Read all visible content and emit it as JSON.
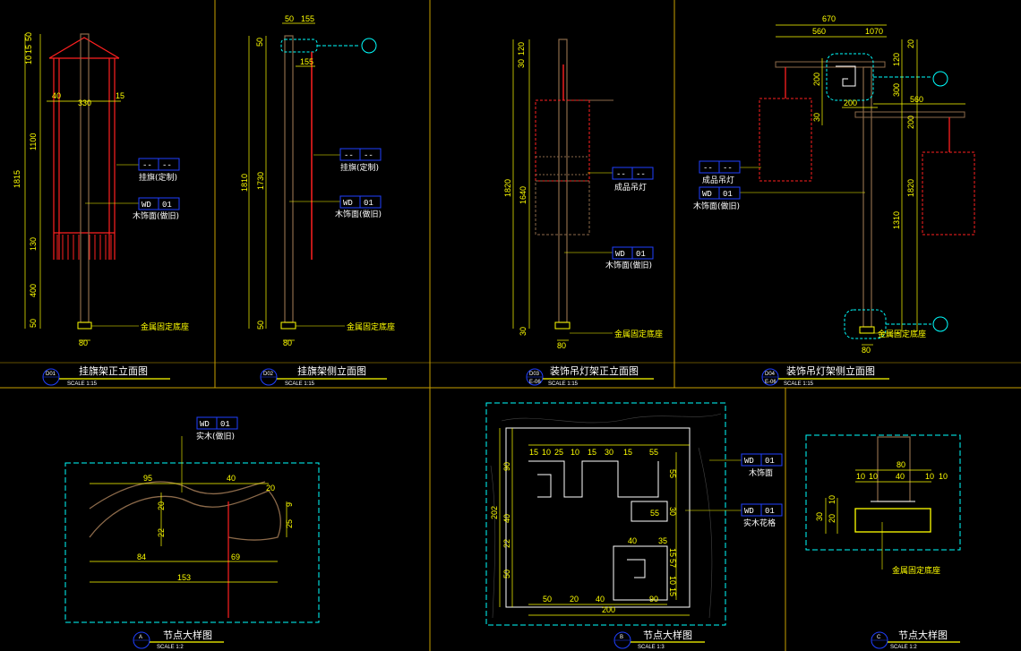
{
  "colors": {
    "background": "#000000",
    "border": "#c8a000",
    "dimension": "#ffff00",
    "red": "#ff2020",
    "cyan": "#00ffff",
    "pole": "#8c6a4a",
    "tag_box": "#2040ff",
    "text": "#ffffff"
  },
  "drawings": {
    "d01": {
      "id": "D01",
      "title": "挂旗架正立面图",
      "scale": "SCALE 1:15",
      "dims": {
        "d1": "50",
        "d2": "15",
        "d3": "10",
        "d4": "40",
        "d5": "330",
        "d6": "15",
        "d7": "1100",
        "d8": "1815",
        "d9": "130",
        "d10": "400",
        "d11": "50",
        "base": "80"
      },
      "tag1": {
        "a": "--",
        "b": "--",
        "label": "挂旗(定制)"
      },
      "tag2": {
        "a": "WD",
        "b": "01",
        "label": "木饰面(做旧)"
      },
      "note": "金属固定底座"
    },
    "d02": {
      "id": "D02",
      "title": "挂旗架侧立面图",
      "scale": "SCALE 1:15",
      "dims": {
        "d1": "50",
        "d2": "155",
        "d3": "155",
        "d4": "50",
        "d5": "1810",
        "d6": "1730",
        "d7": "50",
        "base": "80"
      },
      "tag1": {
        "a": "--",
        "b": "--",
        "label": "挂旗(定制)"
      },
      "tag2": {
        "a": "WD",
        "b": "01",
        "label": "木饰面(做旧)"
      },
      "note": "金属固定底座"
    },
    "d03": {
      "id": "D03",
      "sub": "E-06",
      "title": "装饰吊灯架正立面图",
      "scale": "SCALE 1:15",
      "dims": {
        "d1": "120",
        "d2": "30",
        "d3": "1820",
        "d4": "1640",
        "d5": "30",
        "base": "80"
      },
      "tag1": {
        "a": "--",
        "b": "--",
        "label": "成品吊灯"
      },
      "tag2": {
        "a": "WD",
        "b": "01",
        "label": "木饰面(做旧)"
      },
      "note": "金属固定底座"
    },
    "d04": {
      "id": "D04",
      "sub": "E-06",
      "title": "装饰吊灯架侧立面图",
      "scale": "SCALE 1:15",
      "dims": {
        "w1": "670",
        "w2": "560",
        "w3": "1070",
        "h1": "20",
        "h2": "120",
        "h3": "200",
        "h4": "300",
        "h5": "30",
        "h6": "200",
        "h7": "560",
        "h8": "200",
        "h9": "1820",
        "h10": "1310",
        "base": "80"
      },
      "tag1": {
        "a": "--",
        "b": "--",
        "label": "成品吊灯"
      },
      "tag2": {
        "a": "WD",
        "b": "01",
        "label": "木饰面(做旧)"
      },
      "note": "金属固定底座"
    },
    "dA": {
      "id": "A",
      "title": "节点大样图",
      "scale": "SCALE 1:2",
      "dims": {
        "d1": "95",
        "d2": "40",
        "d3": "20",
        "d4": "20",
        "d5": "22",
        "d6": "9",
        "d7": "25",
        "d8": "84",
        "d9": "69",
        "d10": "153"
      },
      "tag": {
        "a": "WD",
        "b": "01",
        "label": "实木(做旧)"
      }
    },
    "dB": {
      "id": "B",
      "title": "节点大样图",
      "scale": "SCALE 1:3",
      "dims": {
        "t1": "15",
        "t2": "10",
        "t3": "25",
        "t4": "10",
        "t5": "15",
        "t6": "30",
        "t7": "15",
        "t8": "55",
        "l1": "90",
        "l2": "202",
        "l3": "40",
        "l4": "22",
        "l5": "50",
        "r1": "55",
        "r2": "55",
        "r3": "30",
        "r4": "35",
        "r5": "40",
        "r6": "15",
        "r7": "57",
        "r8": "10",
        "r9": "15",
        "b1": "50",
        "b2": "20",
        "b3": "40",
        "b4": "90",
        "b5": "200"
      },
      "tag1": {
        "a": "WD",
        "b": "01",
        "label": "木饰面"
      },
      "tag2": {
        "a": "WD",
        "b": "01",
        "label": "实木花格"
      }
    },
    "dC": {
      "id": "C",
      "title": "节点大样图",
      "scale": "SCALE 1:2",
      "dims": {
        "w": "80",
        "a": "10",
        "b": "10",
        "c": "40",
        "d": "10",
        "e": "10",
        "h1": "30",
        "h2": "20",
        "h3": "10"
      },
      "note": "金属固定底座"
    }
  }
}
